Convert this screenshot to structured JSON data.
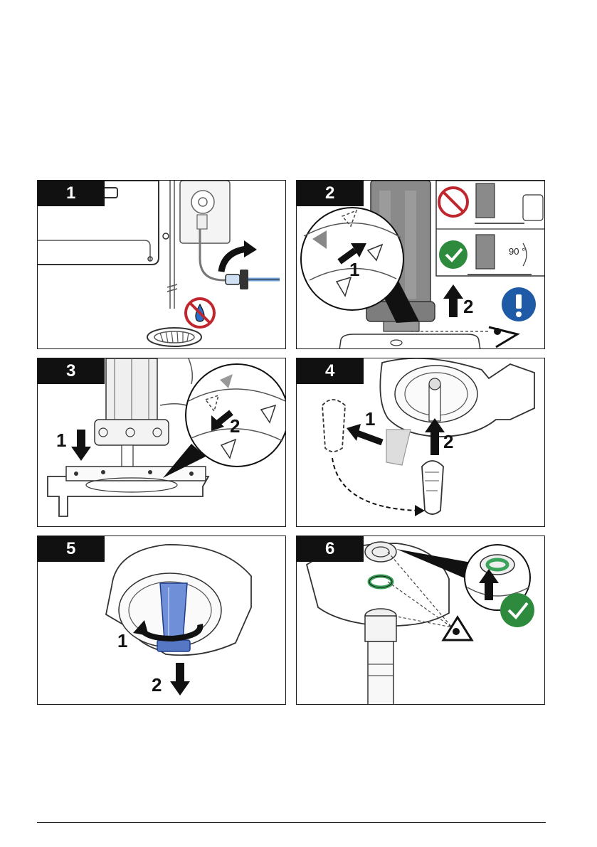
{
  "panels": [
    {
      "step": "1",
      "callouts": []
    },
    {
      "step": "2",
      "callouts": [
        "1",
        "2"
      ],
      "angle": "90 °"
    },
    {
      "step": "3",
      "callouts": [
        "1",
        "2"
      ]
    },
    {
      "step": "4",
      "callouts": [
        "1",
        "2"
      ]
    },
    {
      "step": "5",
      "callouts": [
        "1",
        "2"
      ]
    },
    {
      "step": "6",
      "callouts": []
    }
  ],
  "colors": {
    "prohibit": "#c0262d",
    "check": "#2e8b3e",
    "notice": "#1f5aa6",
    "filter_blue": "#6f8fd8",
    "seal_green": "#3aa35a"
  }
}
